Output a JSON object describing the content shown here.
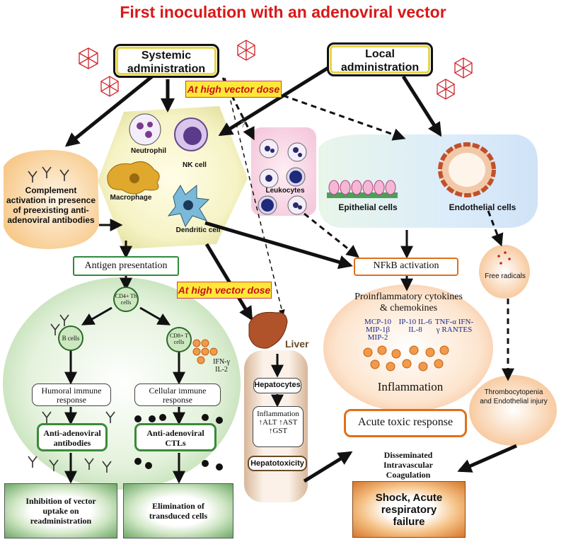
{
  "title": "First inoculation with an adenoviral vector",
  "routes": {
    "systemic": "Systemic administration",
    "local": "Local administration"
  },
  "high_dose_label": "At high vector dose",
  "complement": "Complement activation in presence of preexisting anti-adenoviral antibodies",
  "innate_cells": {
    "neutrophil": "Neutrophil",
    "nk_cell": "NK cell",
    "macrophage": "Macrophage",
    "dendritic_cell": "Dendritic cell"
  },
  "leukocytes": "Leukocytes",
  "question_mark": "?",
  "target_cells": {
    "epithelial": "Epithelial cells",
    "endothelial": "Endothelial cells"
  },
  "antigen_presentation": "Antigen presentation",
  "adaptive": {
    "th_cells": "CD4+ Th cells",
    "t_cells": "CD8+ T cells",
    "b_cells": "B cells",
    "cytokines": "IFN-γ IL-2",
    "humoral": "Humoral immune response",
    "cellular": "Cellular immune response",
    "antibodies": "Anti-adenoviral antibodies",
    "ctls": "Anti-adenoviral CTLs",
    "inhibition": "Inhibition of vector uptake on readministration",
    "elimination": "Elimination of transduced cells"
  },
  "liver": {
    "label": "Liver",
    "hepatocytes": "Hepatocytes",
    "inflammation_list": "Inflammation ↑ALT ↑AST ↑GST",
    "hepatotoxicity": "Hepatotoxicity"
  },
  "nfkb": "NFkB activation",
  "proinflammatory": "Proinflammatory cytokines & chemokines",
  "chemokines": {
    "col1": "MCP-10 MIP-1β MIP-2",
    "col2": "IP-10 IL-6 IL-8",
    "col3": "TNF-α IFN-γ RANTES"
  },
  "inflammation": "Inflammation",
  "free_radicals": "Free radicals",
  "thrombo": "Thrombocytopenia and Endothelial injury",
  "acute_toxic": "Acute toxic response",
  "dic": "Disseminated Intravascular Coagulation",
  "shock": "Shock, Acute respiratory failure",
  "colors": {
    "title_red": "#d81818",
    "highlight_yellow": "#fde83a",
    "route_border": "#e8d44a",
    "green_border": "#2e8b3a",
    "orange_border": "#e0701a"
  }
}
